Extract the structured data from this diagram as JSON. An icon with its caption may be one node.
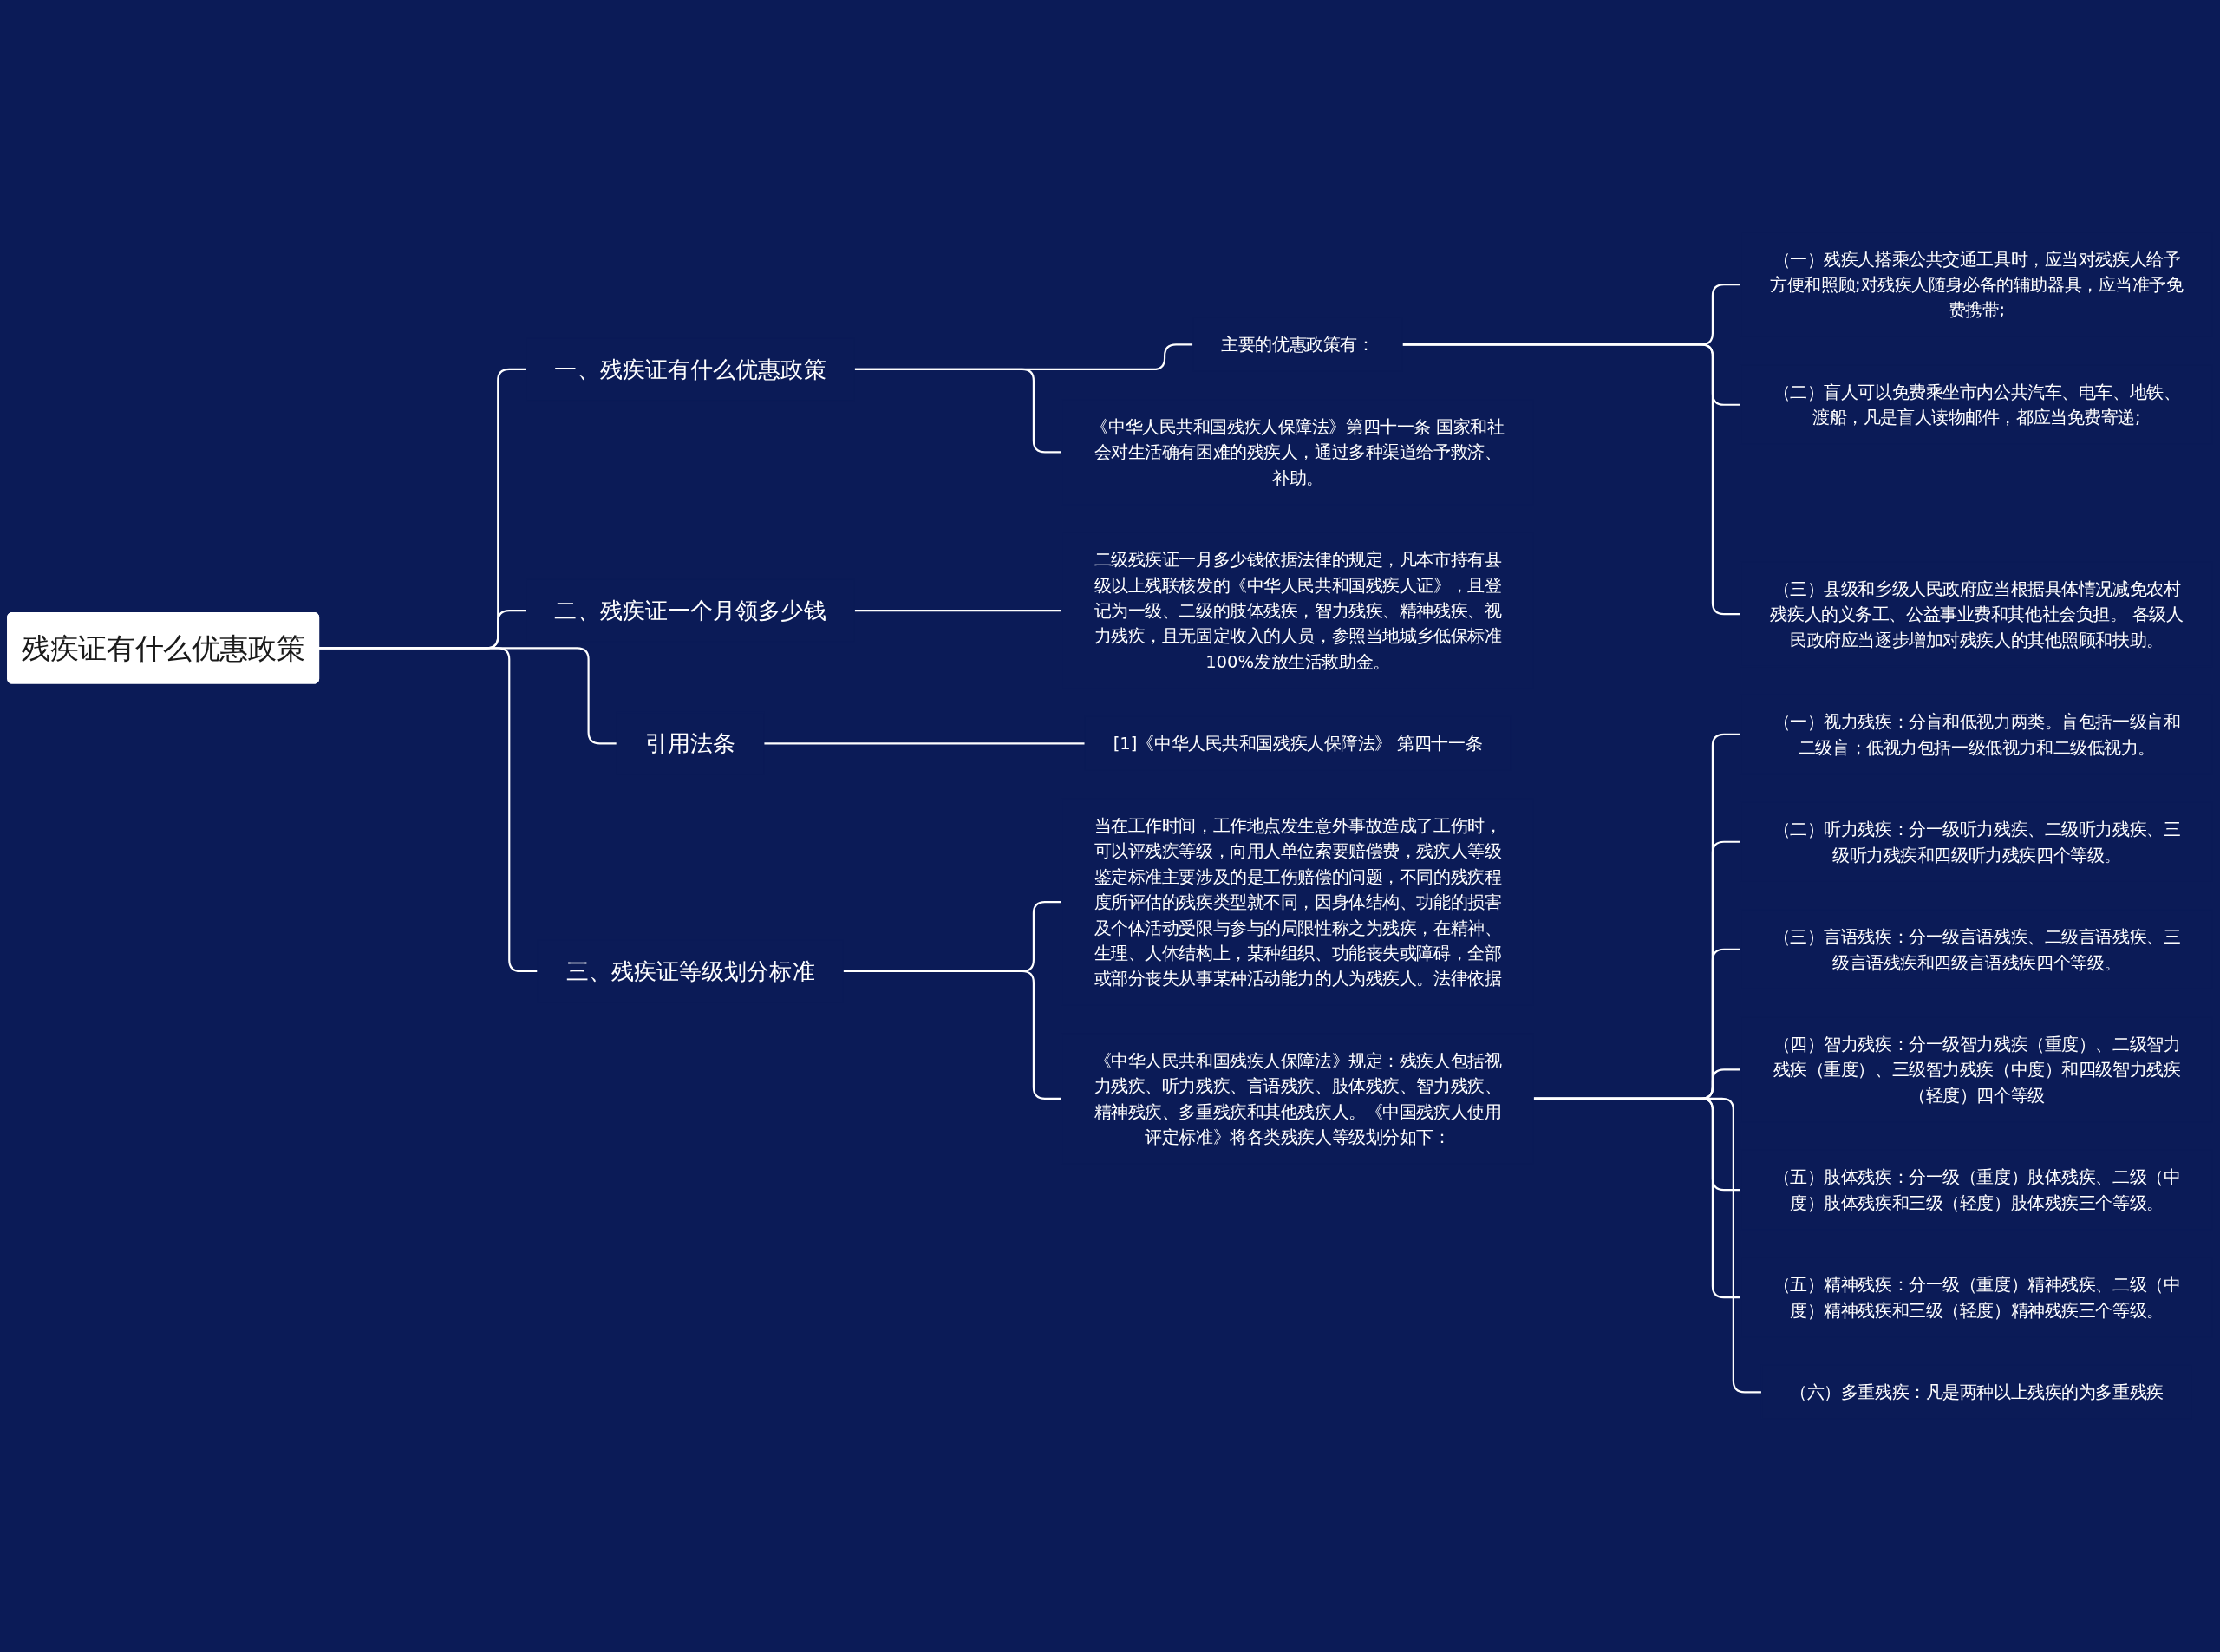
{
  "diagram": {
    "nodes": [
      {
        "text": [
          "残疾证有什么优惠政策"
        ]
      },
      {
        "text": [
          "一、残疾证有什么优惠政策"
        ]
      },
      {
        "text": [
          "主要的优惠政策有："
        ]
      },
      {
        "text": [
          "（一）残疾人搭乘公共交通工具时，应当对残疾人给予方便和照顾;对残疾人随身必备的辅助器具，应当准予免费携带;"
        ]
      },
      {
        "text": [
          "（二）盲人可以免费乘坐市内公共汽车、电车、地铁、渡船，凡是盲人读物邮件，都应当免费寄递;"
        ]
      },
      {
        "text": [
          "（三）县级和乡级人民政府应当根据具体情况减免农村残疾人的义务工、公益事业费和其他社会负担。 各级人民政府应当逐步增加对残疾人的其他照顾和扶助。"
        ]
      },
      {
        "text": [
          "《中华人民共和国残疾人保障法》第四十一条 国家和社会对生活确有困难的残疾人，通过多种渠道给予救济、补助。"
        ]
      },
      {
        "text": [
          "二、残疾证一个月领多少钱"
        ]
      },
      {
        "text": [
          "二级残疾证一月多少钱依据法律的规定，凡本市持有县级以上残联核发的《中华人民共和国残疾人证》，且登记为一级、二级的肢体残疾，智力残疾、精神残疾、视力残疾，且无固定收入的人员，参照当地城乡低保标准100%发放生活救助金。"
        ]
      },
      {
        "text": [
          "引用法条"
        ]
      },
      {
        "text": [
          "[1]《中华人民共和国残疾人保障法》 第四十一条"
        ]
      },
      {
        "text": [
          "三、残疾证等级划分标准"
        ]
      },
      {
        "text": [
          "当在工作时间，工作地点发生意外事故造成了工伤时，可以评残疾等级，向用人单位索要赔偿费，残疾人等级鉴定标准主要涉及的是工伤赔偿的问题，不同的残疾程度所评估的残疾类型就不同，因身体结构、功能的损害及个体活动受限与参与的局限性称之为残疾，在精神、生理、人体结构上，某种组织、功能丧失或障碍，全部或部分丧失从事某种活动能力的人为残疾人。法律依据"
        ]
      },
      {
        "text": [
          "《中华人民共和国残疾人保障法》规定：残疾人包括视力残疾、听力残疾、言语残疾、肢体残疾、智力残疾、精神残疾、多重残疾和其他残疾人。《中国残疾人使用评定标准》将各类残疾人等级划分如下："
        ]
      },
      {
        "text": [
          "（一）视力残疾：分盲和低视力两类。盲包括一级盲和二级盲；低视力包括一级低视力和二级低视力。"
        ]
      },
      {
        "text": [
          "（二）听力残疾：分一级听力残疾、二级听力残疾、三级听力残疾和四级听力残疾四个等级。"
        ]
      },
      {
        "text": [
          "（三）言语残疾：分一级言语残疾、二级言语残疾、三级言语残疾和四级言语残疾四个等级。"
        ]
      },
      {
        "text": [
          "（四）智力残疾：分一级智力残疾（重度）、二级智力残疾（重度）、三级智力残疾（中度）和四级智力残疾（轻度）四个等级"
        ]
      },
      {
        "text": [
          "（五）肢体残疾：分一级（重度）肢体残疾、二级（中度）肢体残疾和三级（轻度）肢体残疾三个等级。"
        ]
      },
      {
        "text": [
          "（五）精神残疾：分一级（重度）精神残疾、二级（中度）精神残疾和三级（轻度）精神残疾三个等级。"
        ]
      },
      {
        "text": [
          "（六）多重残疾：凡是两种以上残疾的为多重残疾"
        ]
      }
    ],
    "edges": [
      {
        "from": 0,
        "to": 1,
        "arrow": "none"
      },
      {
        "from": 1,
        "to": 2,
        "arrow": "none"
      },
      {
        "from": 2,
        "to": 3,
        "arrow": "none"
      },
      {
        "from": 2,
        "to": 4,
        "arrow": "none"
      },
      {
        "from": 2,
        "to": 5,
        "arrow": "none"
      },
      {
        "from": 1,
        "to": 6,
        "arrow": "none"
      },
      {
        "from": 0,
        "to": 7,
        "arrow": "none"
      },
      {
        "from": 7,
        "to": 8,
        "arrow": "none"
      },
      {
        "from": 0,
        "to": 9,
        "arrow": "none"
      },
      {
        "from": 9,
        "to": 10,
        "arrow": "none"
      },
      {
        "from": 0,
        "to": 11,
        "arrow": "none"
      },
      {
        "from": 11,
        "to": 12,
        "arrow": "none"
      },
      {
        "from": 11,
        "to": 13,
        "arrow": "none"
      },
      {
        "from": 13,
        "to": 14,
        "arrow": "none"
      },
      {
        "from": 13,
        "to": 15,
        "arrow": "none"
      },
      {
        "from": 13,
        "to": 16,
        "arrow": "none"
      },
      {
        "from": 13,
        "to": 17,
        "arrow": "none"
      },
      {
        "from": 13,
        "to": 18,
        "arrow": "none"
      },
      {
        "from": 13,
        "to": 19,
        "arrow": "none"
      },
      {
        "from": 13,
        "to": 20,
        "arrow": "none"
      }
    ]
  }
}
